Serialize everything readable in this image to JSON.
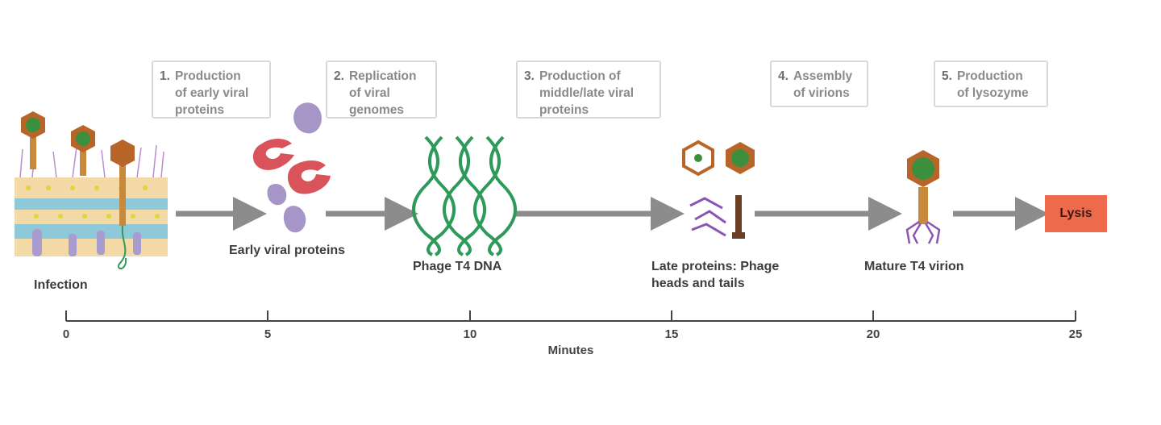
{
  "steps": [
    {
      "num": "1.",
      "text": "Production\nof early viral\nproteins"
    },
    {
      "num": "2.",
      "text": "Replication\nof viral\ngenomes"
    },
    {
      "num": "3.",
      "text": "Production of\nmiddle/late viral\nproteins"
    },
    {
      "num": "4.",
      "text": "Assembly\nof virions"
    },
    {
      "num": "5.",
      "text": "Production\nof lysozyme"
    }
  ],
  "stages": {
    "infection": "Infection",
    "early_proteins": "Early viral proteins",
    "phage_dna": "Phage T4 DNA",
    "late_proteins": "Late proteins: Phage\nheads and tails",
    "mature_virion": "Mature T4 virion",
    "lysis": "Lysis"
  },
  "axis": {
    "title": "Minutes",
    "ticks": [
      "0",
      "5",
      "10",
      "15",
      "20",
      "25"
    ]
  },
  "colors": {
    "arrow": "#8c8c8c",
    "lysis": "#ee6a4d",
    "early_protein_red": "#d9545a",
    "early_protein_purple": "#a696c8",
    "dna_green": "#2e9a5a",
    "phage_head": "#b8652a",
    "tail_fiber": "#8b55b5"
  }
}
